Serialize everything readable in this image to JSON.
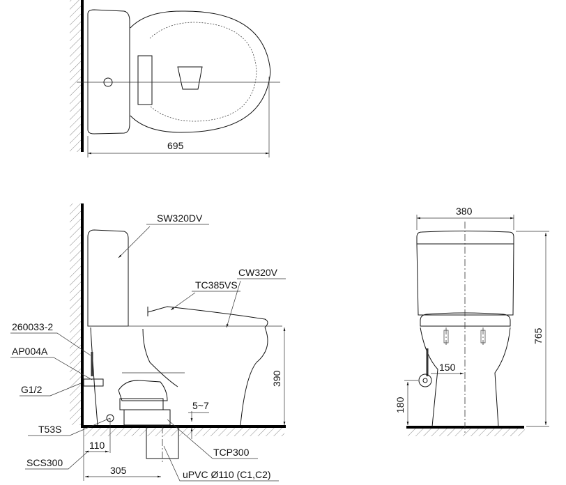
{
  "top_view": {
    "dimension_length": "695"
  },
  "side_view": {
    "labels": {
      "tank": "SW320DV",
      "seat": "TC385VS",
      "bowl": "CW320V",
      "hose": "260033-2",
      "valve": "AP004A",
      "inlet": "G1/2",
      "bolt": "T53S",
      "cap": "SCS300",
      "flange": "TCP300",
      "pipe": "uPVC Ø110 (C1,C2)"
    },
    "dimensions": {
      "bowl_height": "390",
      "gap": "5~7",
      "bolt_offset": "110",
      "rough_in": "305"
    }
  },
  "front_view": {
    "dimensions": {
      "width": "380",
      "total_height": "765",
      "inlet_offset": "150",
      "inlet_height": "180"
    }
  }
}
